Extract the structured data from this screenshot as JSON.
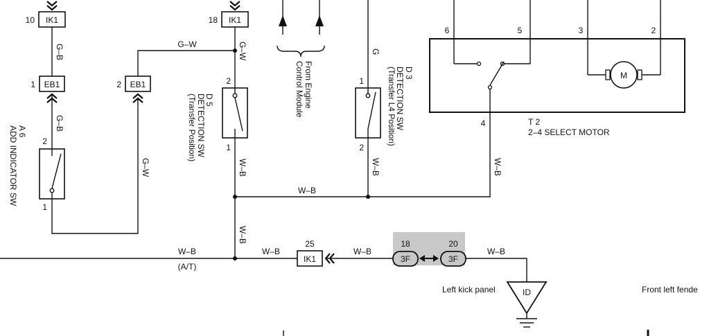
{
  "connectors": {
    "ik1_top_left": {
      "label": "IK1",
      "pin": "10"
    },
    "ik1_top_mid": {
      "label": "IK1",
      "pin": "18"
    },
    "eb1_left": {
      "label": "EB1",
      "pin": "1"
    },
    "eb1_right": {
      "label": "EB1",
      "pin": "2"
    },
    "ik1_bottom": {
      "label": "IK1",
      "pin": "25"
    },
    "jc_left": {
      "label": "3F",
      "pin": "18"
    },
    "jc_right": {
      "label": "3F",
      "pin": "20"
    }
  },
  "wires": {
    "gb_upper": "G–B",
    "gb_lower": "G–B",
    "gw_horiz": "G–W",
    "gw_vert_top": "G–W",
    "gw_vert_left": "G–W",
    "g_d3": "G",
    "wb_d5": "W–B",
    "wb_d3": "W–B",
    "wb_t2": "W–B",
    "wb_horiz_mid": "W–B",
    "wb_vert_mid": "W–B",
    "wb_bottom_left": "W–B",
    "wb_bottom_2": "W–B",
    "wb_bottom_3": "W–B",
    "wb_bottom_right": "W–B",
    "at_note": "(A/T)"
  },
  "components": {
    "a6": {
      "code": "A 6",
      "name": "ADD INDICATOR SW",
      "pin_top": "2",
      "pin_bottom": "1"
    },
    "d5": {
      "code": "D 5",
      "name": "DETECTION SW",
      "detail": "(Transfer Position)",
      "pin_top": "2",
      "pin_bottom": "1"
    },
    "d3": {
      "code": "D 3",
      "name": "DETECTION SW",
      "detail": "(Transfer L4 Position)",
      "pin_top": "1",
      "pin_bottom": "2"
    },
    "t2": {
      "code": "T 2",
      "name": "2–4 SELECT MOTOR",
      "motor": "M",
      "pin_6": "6",
      "pin_5": "5",
      "pin_3": "3",
      "pin_2": "2",
      "pin_4": "4"
    }
  },
  "ecm_note": {
    "line1": "From Engine",
    "line2": "Control Module"
  },
  "ground": {
    "id": "ID",
    "location": "Left kick panel",
    "location_right": "Front left fende"
  }
}
